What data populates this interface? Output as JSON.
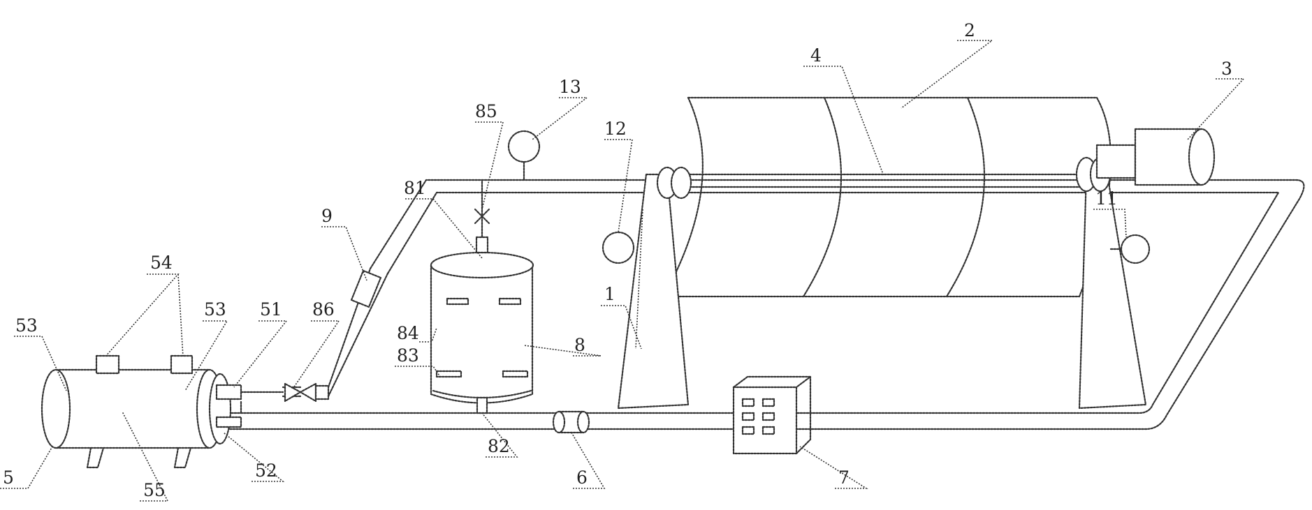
{
  "labels": {
    "l1": "1",
    "l2": "2",
    "l3": "3",
    "l4": "4",
    "l5": "5",
    "l6": "6",
    "l7": "7",
    "l8": "8",
    "l9": "9",
    "l11": "11",
    "l12": "12",
    "l13": "13",
    "l51": "51",
    "l52": "52",
    "l53a": "53",
    "l53b": "53",
    "l54": "54",
    "l55": "55",
    "l81": "81",
    "l82": "82",
    "l83": "83",
    "l84": "84",
    "l85": "85",
    "l86": "86"
  },
  "colors": {
    "line": "#333333",
    "background": "#ffffff"
  }
}
